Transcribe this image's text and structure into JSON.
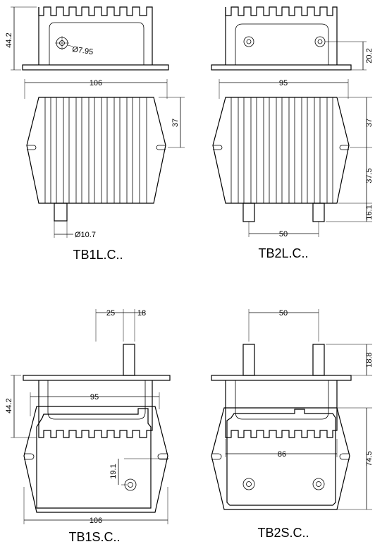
{
  "drawings": {
    "tb1l": {
      "label": "TB1L.C..",
      "dims": {
        "height": "44.2",
        "hole": "Ø7.95",
        "width": "106",
        "half": "37",
        "stem": "Ø10.7"
      }
    },
    "tb2l": {
      "label": "TB2L.C..",
      "dims": {
        "side": "20.2",
        "width": "95",
        "d1": "37",
        "d2": "37.5",
        "d3": "16.1",
        "spacing": "50"
      }
    },
    "tb1s": {
      "label": "TB1S.C..",
      "dims": {
        "a": "25",
        "b": "18",
        "height": "44.2",
        "top": "95",
        "hole": "19.1",
        "bottom": "106"
      }
    },
    "tb2s": {
      "label": "TB2S.C..",
      "dims": {
        "spacing": "50",
        "stem": "18.8",
        "width": "86",
        "height": "74.5"
      }
    }
  },
  "colors": {
    "line": "#000000",
    "background": "#ffffff"
  }
}
